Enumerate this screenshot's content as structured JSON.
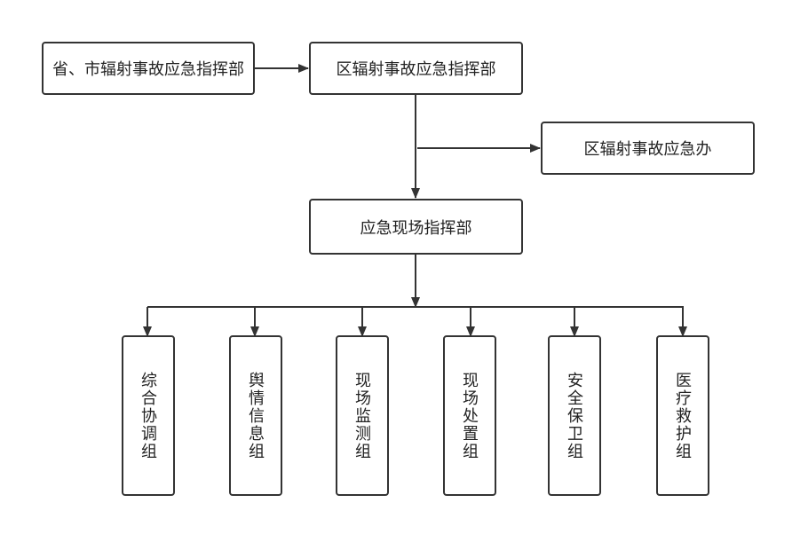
{
  "nodes": {
    "provincial": "省、市辐射事故应急指挥部",
    "district_command": "区辐射事故应急指挥部",
    "district_office": "区辐射事故应急办",
    "onsite_command": "应急现场指挥部"
  },
  "groups": [
    "综合协调组",
    "舆情信息组",
    "现场监测组",
    "现场处置组",
    "安全保卫组",
    "医疗救护组"
  ]
}
